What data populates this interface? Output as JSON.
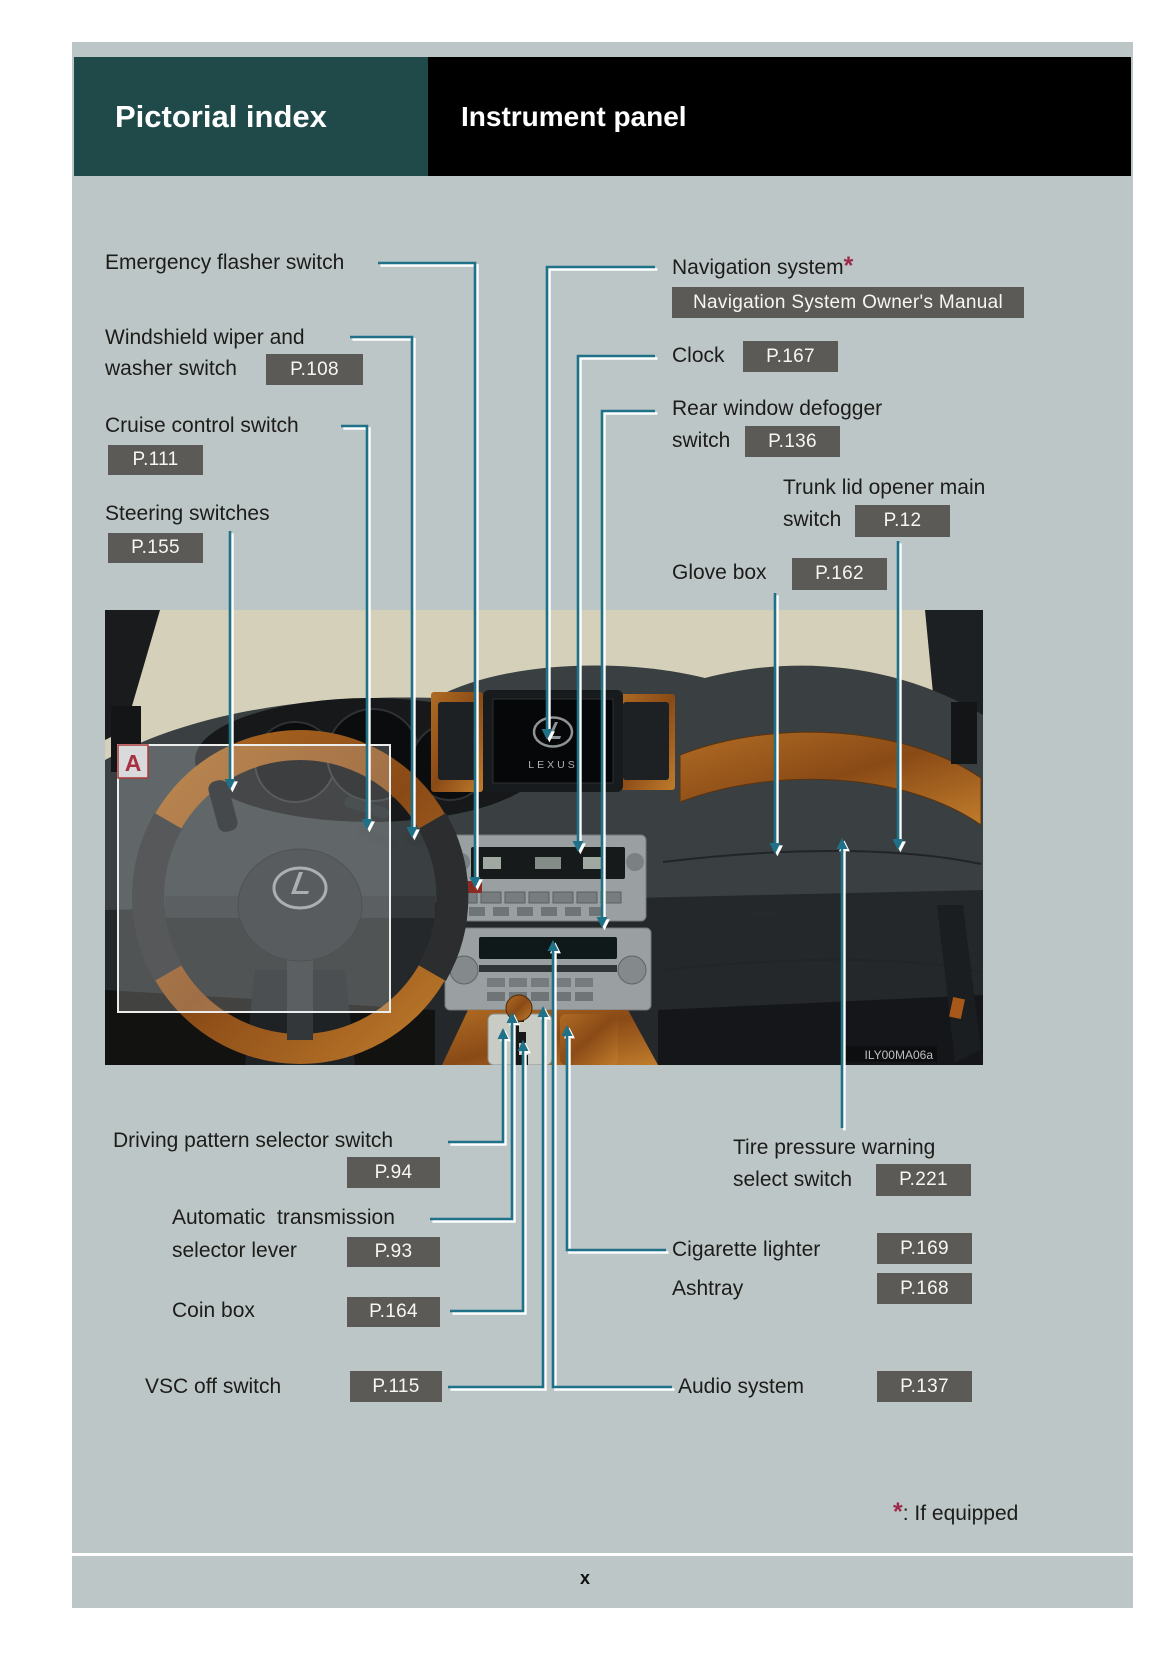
{
  "header": {
    "section": "Pictorial index",
    "page_title": "Instrument panel"
  },
  "labels": {
    "emergency_flasher": {
      "text": "Emergency flasher switch"
    },
    "wiper": {
      "line1": "Windshield wiper and",
      "line2": "washer switch",
      "page": "P.108"
    },
    "cruise": {
      "text": "Cruise control switch",
      "page": "P.111"
    },
    "steering": {
      "text": "Steering switches",
      "page": "P.155"
    },
    "navigation": {
      "text": "Navigation system",
      "asterisk": "*",
      "page": "Navigation System Owner's Manual"
    },
    "clock": {
      "text": "Clock",
      "page": "P.167"
    },
    "defogger": {
      "line1": "Rear window defogger",
      "line2": "switch",
      "page": "P.136"
    },
    "trunk": {
      "line1": "Trunk lid opener main",
      "line2": "switch",
      "page": "P.12"
    },
    "glove": {
      "text": "Glove box",
      "page": "P.162"
    },
    "driving_pattern": {
      "text": "Driving pattern selector switch",
      "page": "P.94"
    },
    "at_selector": {
      "line1": "Automatic  transmission",
      "line2": "selector lever",
      "page": "P.93"
    },
    "coin_box": {
      "text": "Coin box",
      "page": "P.164"
    },
    "vsc": {
      "text": "VSC off switch",
      "page": "P.115"
    },
    "tire": {
      "line1": "Tire pressure warning",
      "line2": "select switch",
      "page": "P.221"
    },
    "cigarette": {
      "text": "Cigarette lighter",
      "page": "P.169"
    },
    "ashtray": {
      "text": "Ashtray",
      "page": "P.168"
    },
    "audio": {
      "text": "Audio system",
      "page": "P.137"
    }
  },
  "photo": {
    "watermark": "ILY00MA06a",
    "inset_label": "A",
    "screen_brand": "LEXUS"
  },
  "footer": {
    "footnote_symbol": "*",
    "footnote_text": ": If equipped",
    "page_number": "x"
  },
  "colors": {
    "page_bg": "#bdc6c6",
    "header_teal": "#1f4a49",
    "header_black": "#000000",
    "badge_bg": "#5b5a56",
    "callout_line": "#1e7187",
    "asterisk": "#9c2b4a"
  }
}
